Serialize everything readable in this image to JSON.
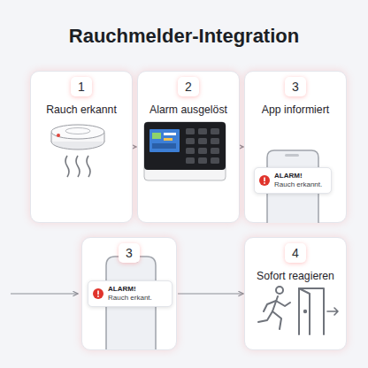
{
  "diagram": {
    "title": "Rauchmelder-Integration",
    "nodes": [
      {
        "text": [
          "1",
          "Rauch erkannt"
        ]
      },
      {
        "text": [
          "2",
          "Alarm ausgelöst"
        ]
      },
      {
        "text": [
          "3",
          "App informiert"
        ]
      },
      {
        "text": [
          "ALARM!",
          "Rauch erkannt."
        ],
        "in": 2
      },
      {
        "text": [
          "3"
        ]
      },
      {
        "text": [
          "ALARM!",
          "Rauch erkant."
        ],
        "in": 4
      },
      {
        "text": [
          "4",
          "Sofort reagieren"
        ]
      }
    ],
    "edges": [
      {
        "from": 0,
        "to": 1,
        "arrow": "to"
      },
      {
        "from": 1,
        "to": 2,
        "arrow": "to"
      },
      {
        "from": 4,
        "to": 6,
        "arrow": "to"
      }
    ]
  }
}
